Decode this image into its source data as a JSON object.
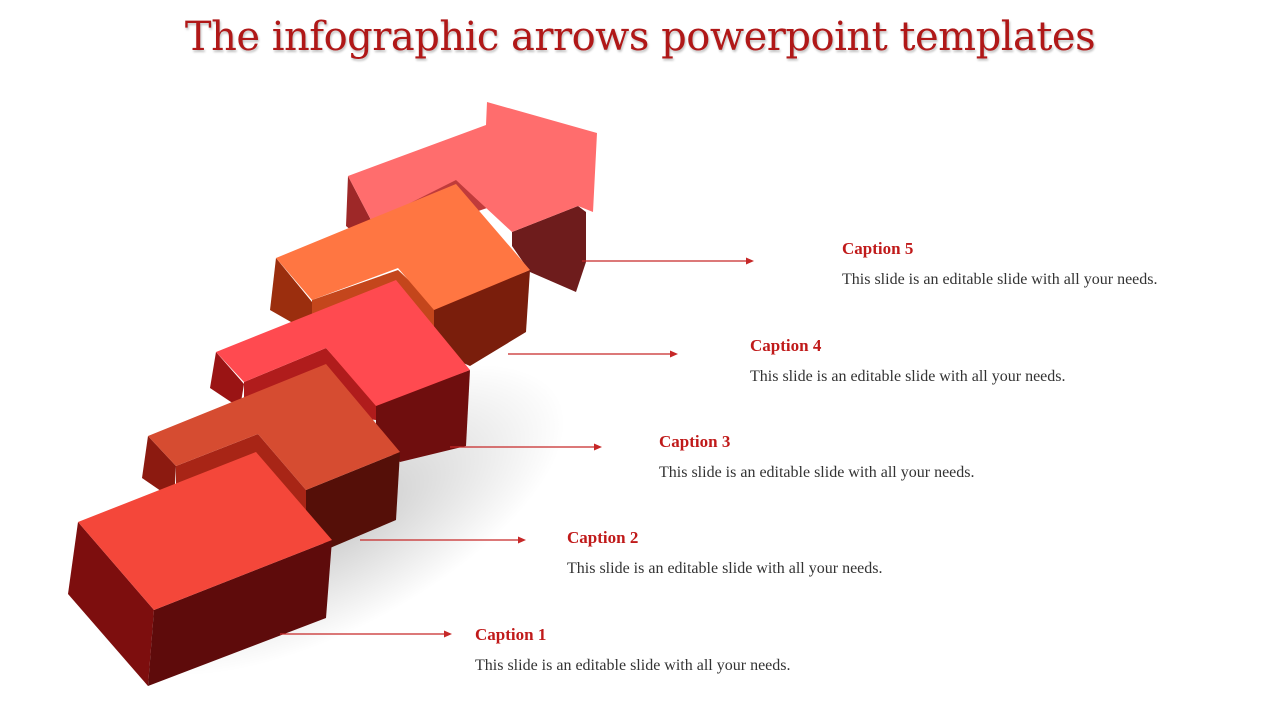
{
  "slide": {
    "title": "The infographic arrows powerpoint templates"
  },
  "colors": {
    "title": "#b01818",
    "caption_title": "#c01a1a",
    "body_text": "#333333",
    "connector": "#c62828"
  },
  "steps": [
    {
      "caption": "Caption 1",
      "text": "This slide is an editable slide with all your needs.",
      "color": "#f4473a"
    },
    {
      "caption": "Caption 2",
      "text": "This slide is an editable slide with all your needs.",
      "color": "#d64b30"
    },
    {
      "caption": "Caption 3",
      "text": "This slide is an editable slide with all your needs.",
      "color": "#ff4b50"
    },
    {
      "caption": "Caption 4",
      "text": "This slide is an editable slide with all your needs.",
      "color": "#ff7240"
    },
    {
      "caption": "Caption 5",
      "text": "This slide is an editable slide with all your needs.",
      "color": "#ff6b6b"
    }
  ]
}
